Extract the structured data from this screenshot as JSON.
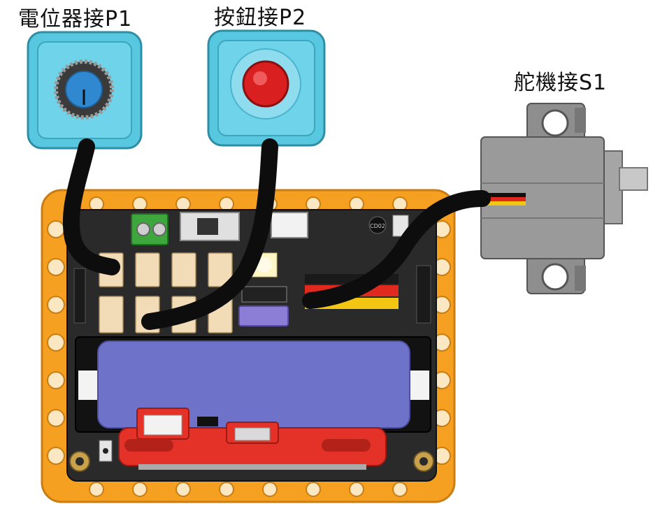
{
  "labels": {
    "potentiometer": "電位器接P1",
    "button": "按鈕接P2",
    "servo": "舵機接S1"
  },
  "board": {
    "chip_marking": "CD02"
  },
  "colors": {
    "frame_orange": "#f5a020",
    "module_cyan": "#58c7e0",
    "battery_blue": "#6f72c9",
    "controller_red": "#e53228",
    "cable_black": "#0d0d0d",
    "pcb_dark": "#2a2a2a",
    "servo_gray": "#8e8e8e"
  }
}
